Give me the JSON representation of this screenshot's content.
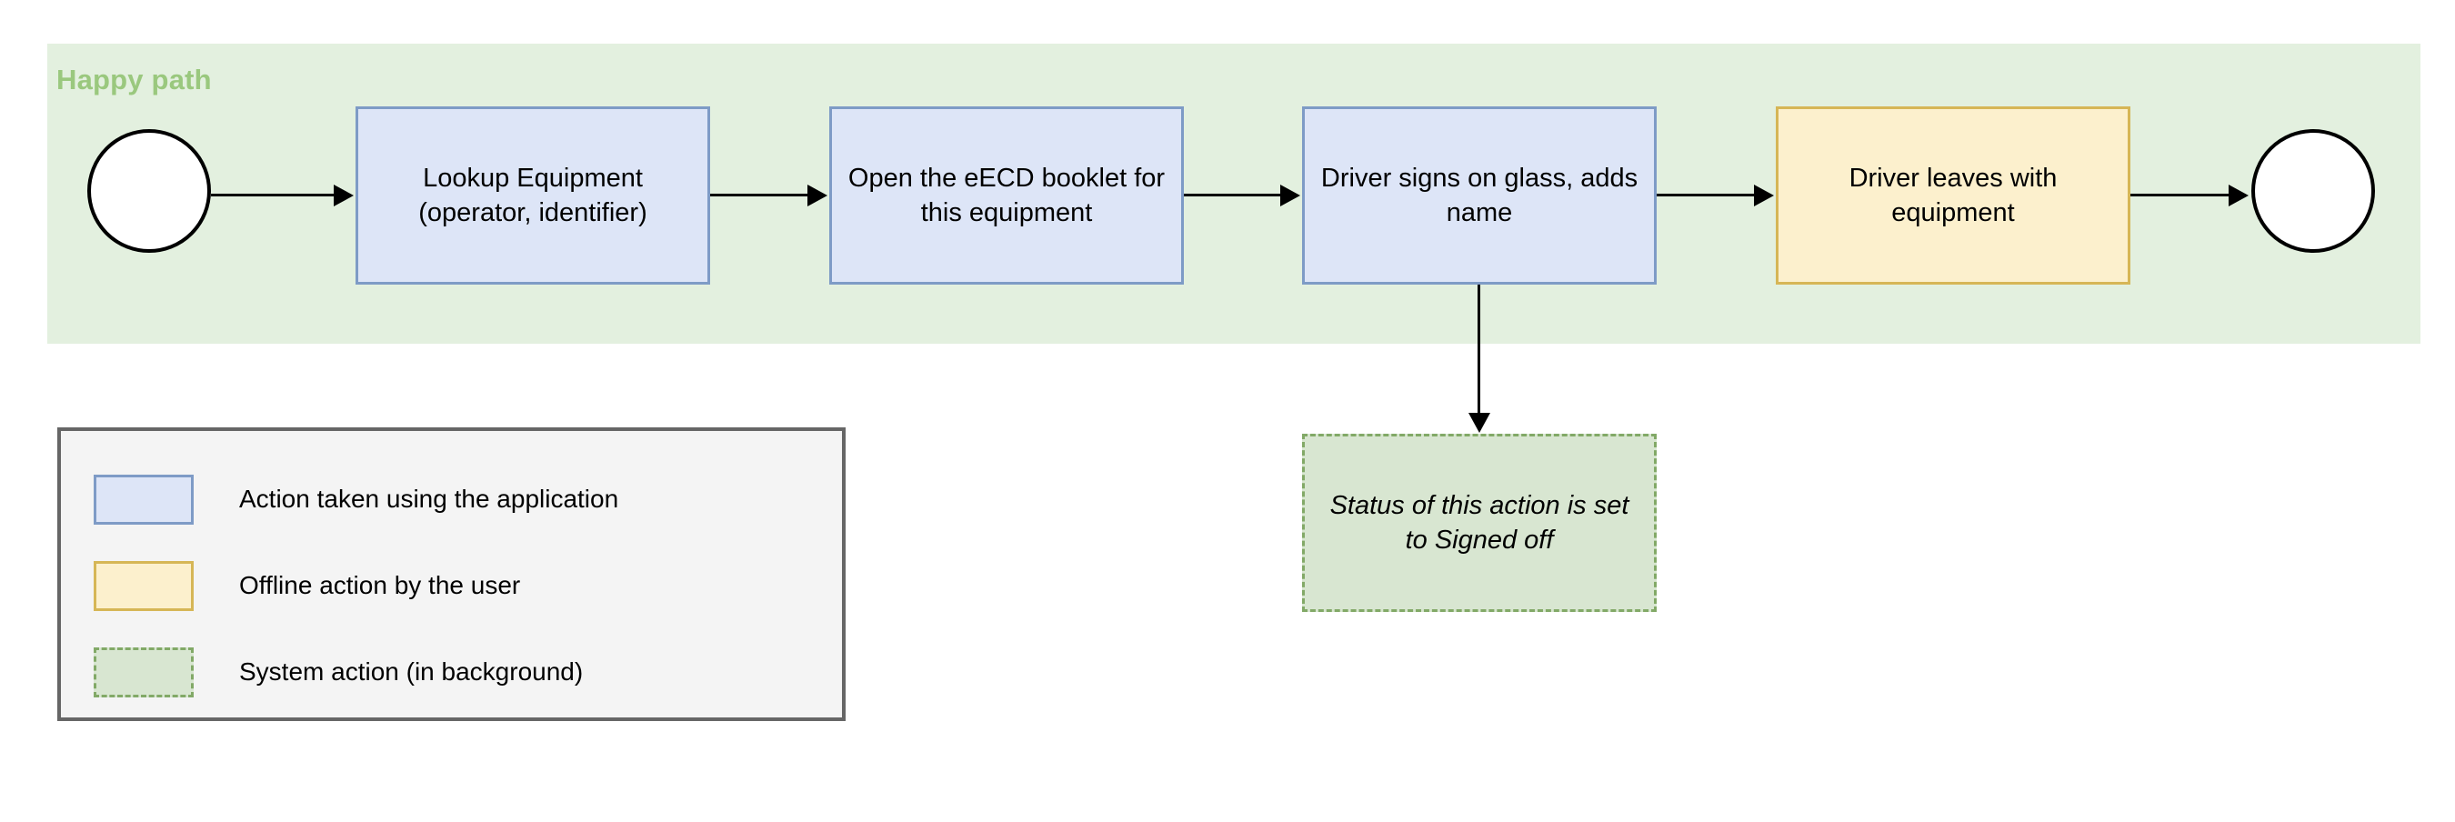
{
  "diagram": {
    "lane": {
      "title": "Happy path",
      "background_color": "#e3f0df",
      "title_color": "#9ac87e"
    },
    "nodes": [
      {
        "id": "start",
        "type": "terminal",
        "label": ""
      },
      {
        "id": "lookup",
        "type": "application",
        "label": "Lookup Equipment (operator, identifier)"
      },
      {
        "id": "booklet",
        "type": "application",
        "label": "Open the eECD booklet for this equipment"
      },
      {
        "id": "signs",
        "type": "application",
        "label": "Driver signs on glass, adds name"
      },
      {
        "id": "leaves",
        "type": "offline",
        "label": "Driver leaves with equipment"
      },
      {
        "id": "end",
        "type": "terminal",
        "label": ""
      },
      {
        "id": "status",
        "type": "system",
        "label": "Status of this action is set to Signed off"
      }
    ],
    "edges": [
      {
        "from": "start",
        "to": "lookup",
        "direction": "right"
      },
      {
        "from": "lookup",
        "to": "booklet",
        "direction": "right"
      },
      {
        "from": "booklet",
        "to": "signs",
        "direction": "right"
      },
      {
        "from": "signs",
        "to": "leaves",
        "direction": "right"
      },
      {
        "from": "leaves",
        "to": "end",
        "direction": "right"
      },
      {
        "from": "signs",
        "to": "status",
        "direction": "down"
      }
    ]
  },
  "legend": {
    "items": [
      {
        "swatch": "application",
        "label": "Action taken using the application",
        "fill": "#dde5f7",
        "stroke": "#7e9bc6"
      },
      {
        "swatch": "offline",
        "label": "Offline action by the user",
        "fill": "#fcf0cd",
        "stroke": "#d6b656"
      },
      {
        "swatch": "system",
        "label": "System action (in background)",
        "fill": "#d8e6d1",
        "stroke": "#82a967"
      }
    ]
  }
}
